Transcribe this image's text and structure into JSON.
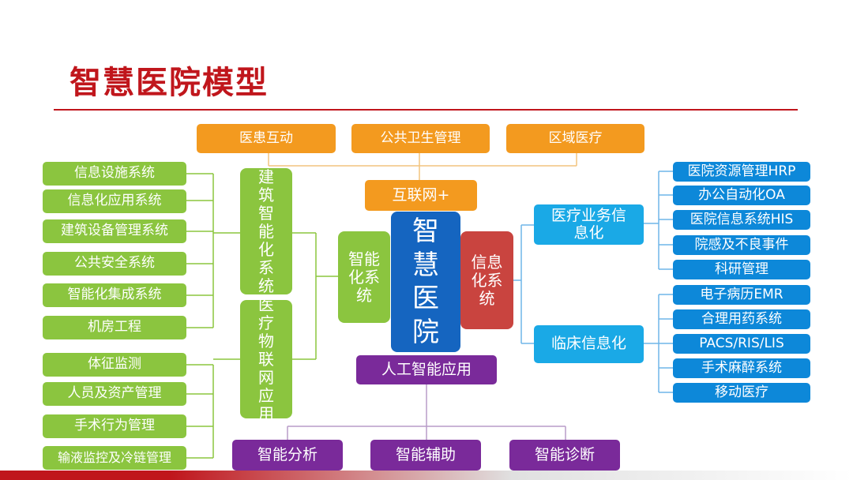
{
  "title": "智慧医院模型",
  "top_row": [
    "医患互动",
    "公共卫生管理",
    "区域医疗"
  ],
  "internet": "互联网+",
  "center": "智慧医院",
  "left_a_hub": "建筑智能化系统",
  "left_b_hub": "医疗物联网应用",
  "left_main": "智能化系统",
  "right_main": "信息化系统",
  "left_a_items": [
    "信息设施系统",
    "信息化应用系统",
    "建筑设备管理系统",
    "公共安全系统",
    "智能化集成系统",
    "机房工程"
  ],
  "left_b_items": [
    "体征监测",
    "人员及资产管理",
    "手术行为管理",
    "输液监控及冷链管理"
  ],
  "right_a_hub": "医疗业务信息化",
  "right_b_hub": "临床信息化",
  "right_a_items": [
    "医院资源管理HRP",
    "办公自动化OA",
    "医院信息系统HIS",
    "院感及不良事件",
    "科研管理"
  ],
  "right_b_items": [
    "电子病历EMR",
    "合理用药系统",
    "PACS/RIS/LIS",
    "手术麻醉系统",
    "移动医疗"
  ],
  "ai_hub": "人工智能应用",
  "ai_items": [
    "智能分析",
    "智能辅助",
    "智能诊断"
  ],
  "colors": {
    "title": "#c0161c",
    "orange": "#f39a1f",
    "green": "#8bc53f",
    "blue": "#0d88d9",
    "purple": "#7a2a9a",
    "red": "#c9443f",
    "center": "#1565c0"
  }
}
